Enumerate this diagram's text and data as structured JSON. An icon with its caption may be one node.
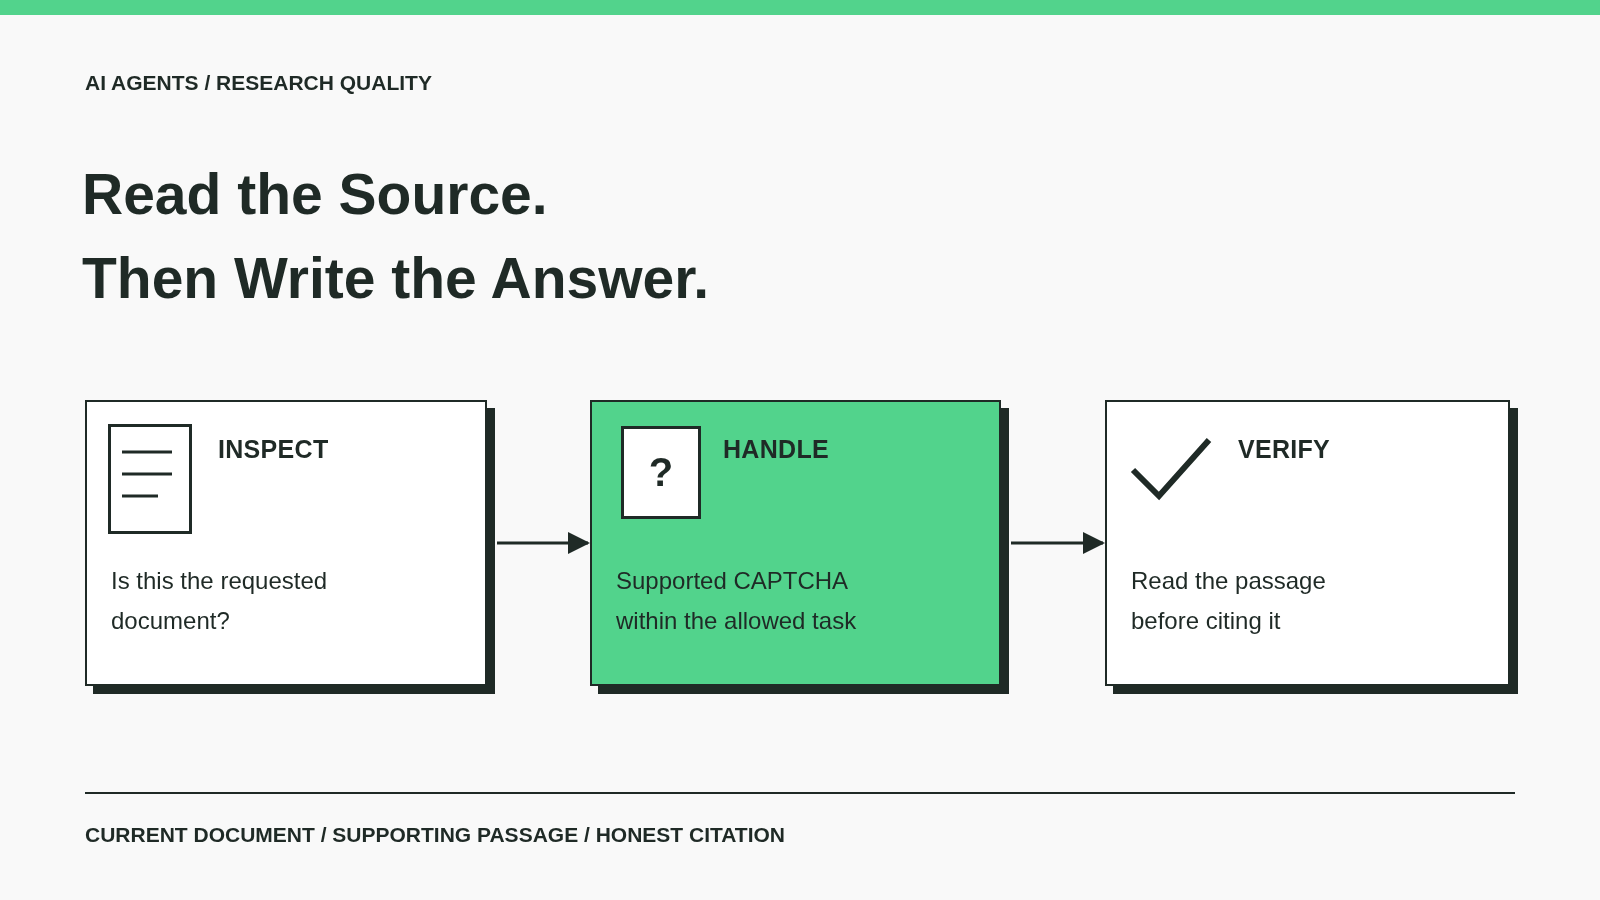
{
  "diagram": {
    "title": "Read the Source. Then Write the Answer.",
    "nodes": [
      {
        "text": [
          "INSPECT",
          "Is this the requested document?"
        ]
      },
      {
        "text": [
          "?",
          "HANDLE",
          "Supported CAPTCHA within the allowed task"
        ]
      },
      {
        "text": [
          "VERIFY",
          "Read the passage before citing it"
        ]
      }
    ],
    "edges": [
      {
        "from": 0,
        "to": 1,
        "arrow": "to"
      },
      {
        "from": 1,
        "to": 2,
        "arrow": "to"
      }
    ],
    "labels": [
      "AI AGENTS / RESEARCH QUALITY",
      "CURRENT DOCUMENT / SUPPORTING PASSAGE / HONEST CITATION"
    ]
  }
}
